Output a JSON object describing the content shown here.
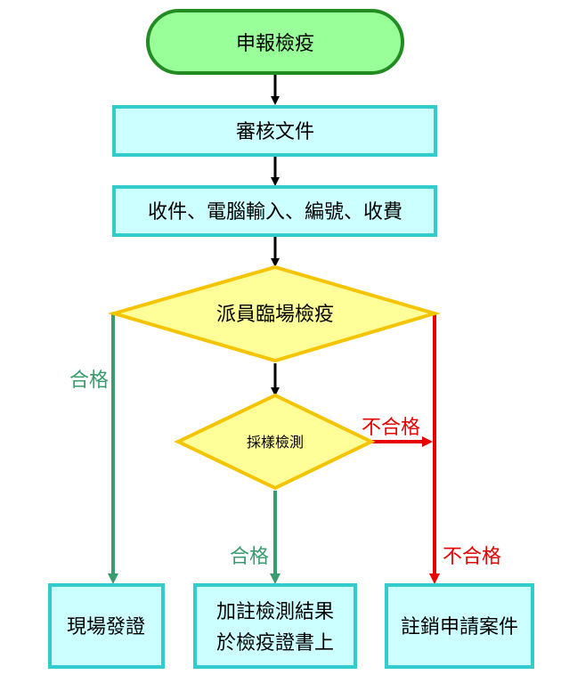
{
  "nodes": {
    "start": "申報檢疫",
    "review": "審核文件",
    "intake": "收件、電腦輸入、編號、收費",
    "dispatch": "派員臨場檢疫",
    "sampling": "採樣檢測",
    "issue": "現場發證",
    "annotate_line1": "加註檢測結果",
    "annotate_line2": "於檢疫證書上",
    "cancel": "註銷申請案件"
  },
  "labels": {
    "pass_left": "合格",
    "pass_middle": "合格",
    "fail_sampling": "不合格",
    "fail_right": "不合格"
  },
  "colors": {
    "start_fill": "#99ff99",
    "start_stroke": "#228b22",
    "box_fill": "#ccffff",
    "box_stroke": "#33cccc",
    "diamond_fill": "#ffff99",
    "diamond_stroke": "#f5c400",
    "pass_line": "#3a9b6e",
    "fail_line": "#e60000",
    "main_arrow": "#000000"
  }
}
